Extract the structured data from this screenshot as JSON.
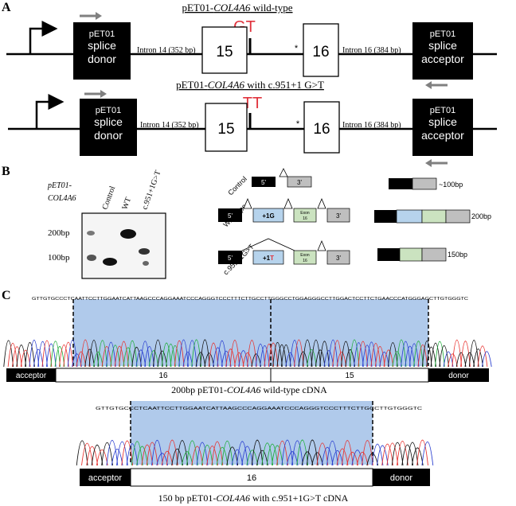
{
  "panelA": {
    "label": "A",
    "wt": {
      "title_prefix": "pET01-",
      "title_gene": "COL4A6",
      "title_suffix": " wild-type",
      "site": "GT",
      "donor": [
        "pET01",
        "splice",
        "donor"
      ],
      "intron14": "Intron 14 (352 bp)",
      "exon15": "15",
      "star": "*",
      "exon16": "16",
      "intron16": "Intron 16 (384 bp)",
      "acceptor": [
        "pET01",
        "splice",
        "acceptor"
      ]
    },
    "mut": {
      "title_prefix": "pET01-",
      "title_gene": "COL4A6",
      "title_suffix": " with c.951+1 G>T",
      "site": "TT",
      "donor": [
        "pET01",
        "splice",
        "donor"
      ],
      "intron14": "Intron 14 (352 bp)",
      "exon15": "15",
      "star": "*",
      "exon16": "16",
      "intron16": "Intron 16 (384 bp)",
      "acceptor": [
        "pET01",
        "splice",
        "acceptor"
      ]
    }
  },
  "panelB": {
    "label": "B",
    "gel_title": [
      "pET01-",
      "COL4A6"
    ],
    "lanes": [
      "Control",
      "WT",
      "c.951+1G>T"
    ],
    "markers": [
      "200bp",
      "100bp"
    ],
    "rows": [
      {
        "name": "Control",
        "size": "~100bp"
      },
      {
        "name": "Wild type",
        "size": "200bp"
      },
      {
        "name": "c.951+1G>T",
        "size": "150bp"
      }
    ],
    "exon5": "5'",
    "exon3": "3'",
    "plus1g": "+1G",
    "plus1t_prefix": "+1",
    "plus1t_base": "T",
    "exon16_label": [
      "Exon",
      "16"
    ]
  },
  "panelC": {
    "label": "C",
    "seq1": "GTTGTGCCCTCAATTCCTTGGAATCATTAAGCCCAGGAAATCCCAGGGTCCCTTTCTTGCCTTGGGCCTGGAGGGCCTTGGACTCCTTCTGAACCCATGGGAGCTTGTGGGTC",
    "seq2": "GTTGTGCCCTCAATTCCTTGGAATCATTAAGCCCAGGAAATCCCAGGGTCCCTTTCTTGCCTTGTGGGTC",
    "bar1": [
      "acceptor",
      "16",
      "15",
      "donor"
    ],
    "caption1_prefix": "200bp pET01-",
    "caption1_gene": "COL4A6",
    "caption1_suffix": " wild-type cDNA",
    "bar2": [
      "acceptor",
      "16",
      "donor"
    ],
    "caption2_prefix": "150 bp pET01-",
    "caption2_gene": "COL4A6",
    "caption2_suffix": " with c.951+1G>T cDNA"
  },
  "colors": {
    "site_red": "#e0323c",
    "arrow_gray": "#808080",
    "exon_blue": "#b6d3ec",
    "exon_green": "#cbe3c0",
    "exon_gray": "#bfbfbf",
    "highlight": "#8fb4e3",
    "trace_black": "#111111",
    "trace_red": "#e8322f",
    "trace_green": "#1fae3a",
    "trace_blue": "#2a3fd0"
  }
}
